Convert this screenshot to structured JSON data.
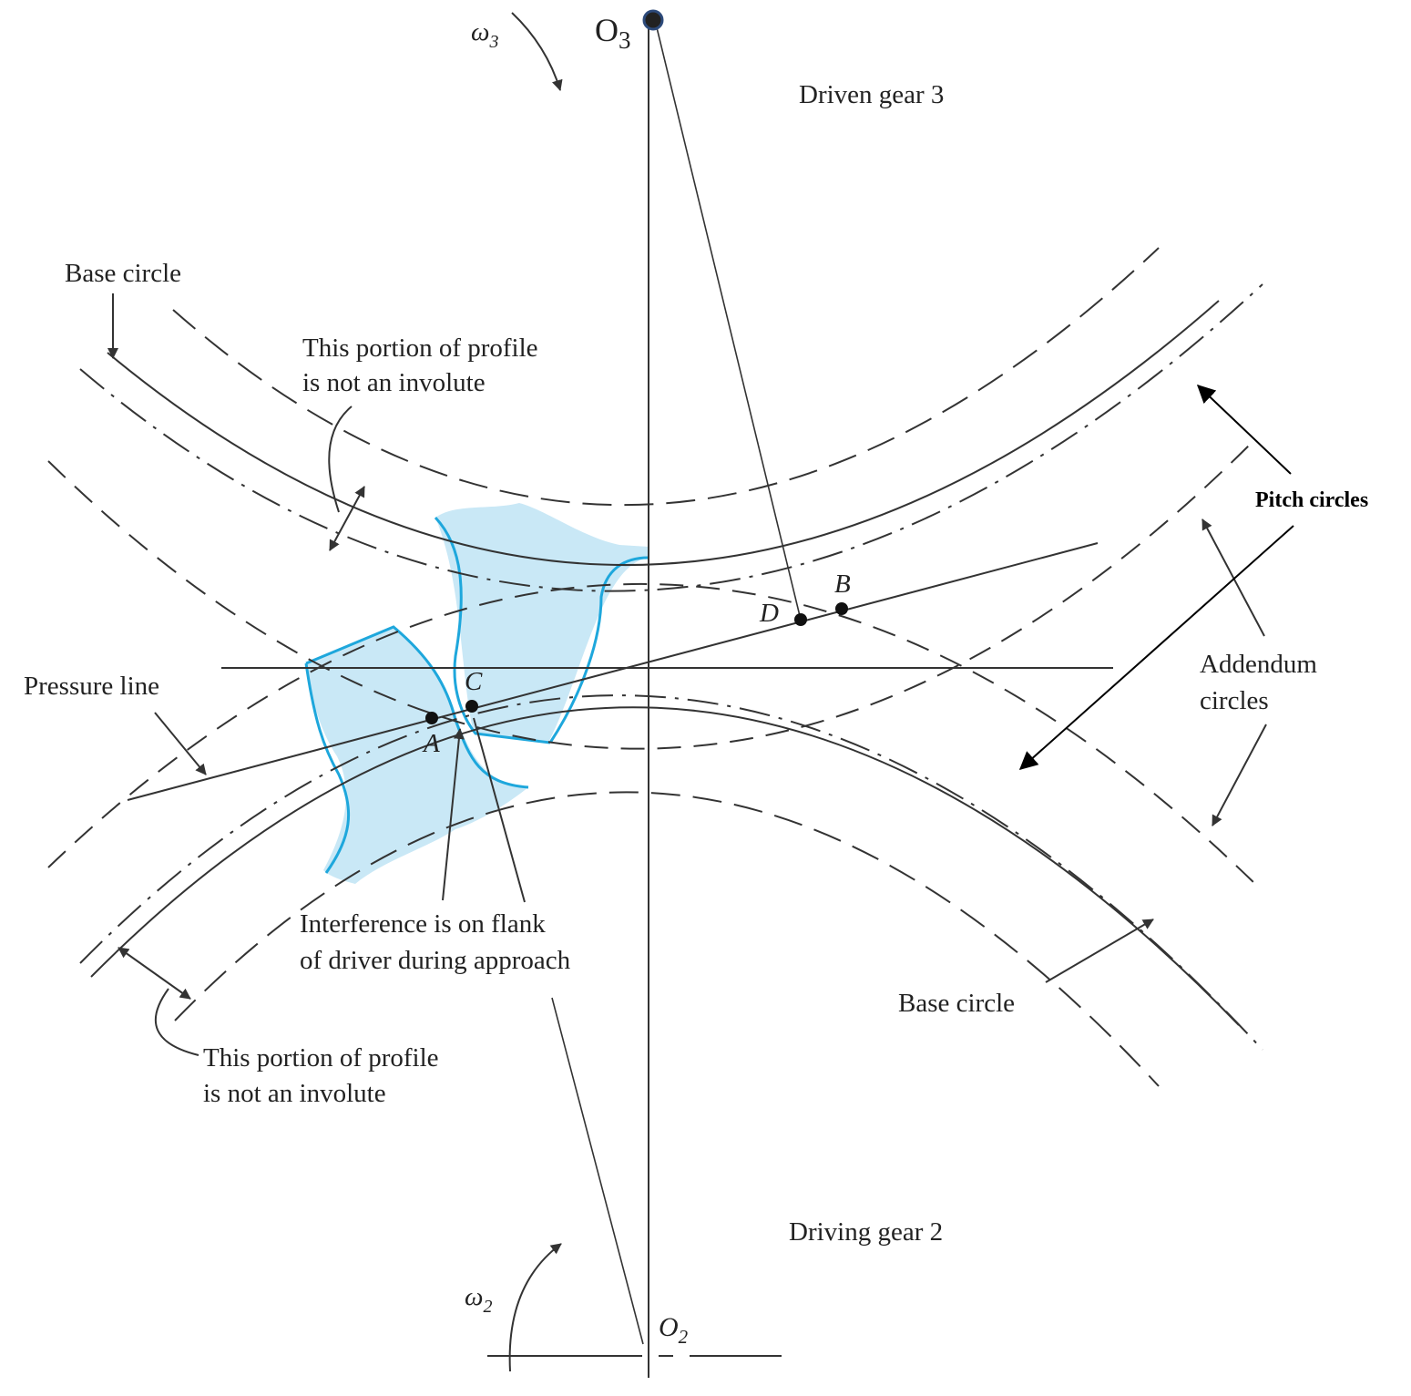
{
  "labels": {
    "o3": "O",
    "o3_sub": "3",
    "omega3": "ω",
    "omega3_sub": "3",
    "driven_gear": "Driven gear 3",
    "base_circle_top": "Base circle",
    "portion_top_1": "This portion of profile",
    "portion_top_2": "is not an involute",
    "pitch_circles": "Pitch circles",
    "pressure_line": "Pressure line",
    "addendum_1": "Addendum",
    "addendum_2": "circles",
    "point_a": "A",
    "point_b": "B",
    "point_c": "C",
    "point_d": "D",
    "interference_1": "Interference is on flank",
    "interference_2": "of driver during approach",
    "base_circle_bottom": "Base circle",
    "portion_bottom_1": "This portion of profile",
    "portion_bottom_2": "is not an involute",
    "driving_gear": "Driving gear 2",
    "omega2": "ω",
    "omega2_sub": "2",
    "o2": "O",
    "o2_sub": "2"
  },
  "colors": {
    "tooth_fill": "#c9e8f6",
    "tooth_outline": "#1ea7dc",
    "line": "#333333",
    "o3_marker": "#2d4a7a"
  }
}
